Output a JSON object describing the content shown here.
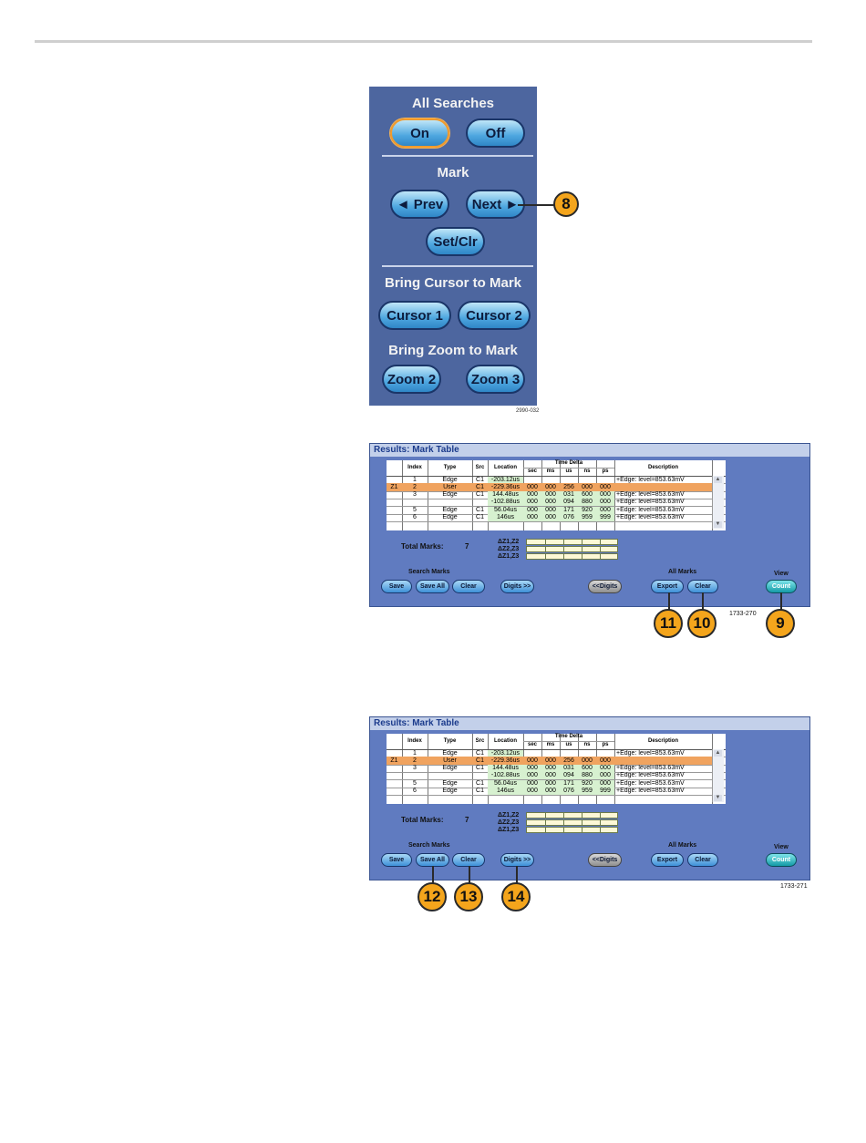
{
  "panel": {
    "all_searches_title": "All Searches",
    "on_label": "On",
    "off_label": "Off",
    "mark_title": "Mark",
    "prev_label": "◄ Prev",
    "next_label": "Next ►",
    "set_clr_label": "Set/Clr",
    "bring_cursor_title": "Bring Cursor to Mark",
    "cursor1_label": "Cursor 1",
    "cursor2_label": "Cursor 2",
    "bring_zoom_title": "Bring Zoom to Mark",
    "zoom2_label": "Zoom 2",
    "zoom3_label": "Zoom 3",
    "figure_number": "2990-032"
  },
  "callouts": {
    "c8": "8",
    "c9": "9",
    "c10": "10",
    "c11": "11",
    "c12": "12",
    "c13": "13",
    "c14": "14"
  },
  "mark_table": {
    "title": "Results: Mark Table",
    "headers": {
      "index": "Index",
      "type": "Type",
      "src": "Src",
      "location": "Location",
      "time_delta": "Time Delta",
      "sec": "sec",
      "ms": "ms",
      "us": "us",
      "ns": "ns",
      "ps": "ps",
      "description": "Description"
    },
    "rows": [
      {
        "z": "",
        "index": "1",
        "type": "Edge",
        "src": "C1",
        "location": "-203.12us",
        "sec": "",
        "ms": "",
        "us": "",
        "ns": "",
        "ps": "",
        "desc": "+Edge: level=853.63mV"
      },
      {
        "z": "Z1",
        "index": "2",
        "type": "User",
        "src": "C1",
        "location": "-229.36us",
        "sec": "000",
        "ms": "000",
        "us": "256",
        "ns": "000",
        "ps": "000",
        "desc": ""
      },
      {
        "z": "",
        "index": "3",
        "type": "Edge",
        "src": "C1",
        "location": "144.48us",
        "sec": "000",
        "ms": "000",
        "us": "031",
        "ns": "600",
        "ps": "000",
        "desc": "+Edge: level=853.63mV"
      },
      {
        "z": "",
        "index": "",
        "type": "",
        "src": "",
        "location": "-102.88us",
        "sec": "000",
        "ms": "000",
        "us": "094",
        "ns": "880",
        "ps": "000",
        "desc": "+Edge: level=853.63mV"
      },
      {
        "z": "",
        "index": "5",
        "type": "Edge",
        "src": "C1",
        "location": "56.04us",
        "sec": "000",
        "ms": "000",
        "us": "171",
        "ns": "920",
        "ps": "000",
        "desc": "+Edge: level=853.63mV"
      },
      {
        "z": "",
        "index": "6",
        "type": "Edge",
        "src": "C1",
        "location": "146us",
        "sec": "000",
        "ms": "000",
        "us": "076",
        "ns": "959",
        "ps": "999",
        "desc": "+Edge: level=853.63mV"
      }
    ],
    "total_marks_label": "Total Marks:",
    "total_marks_value": "7",
    "delta_labels": [
      "ΔZ1,Z2",
      "ΔZ2,Z3",
      "ΔZ1,Z3"
    ],
    "search_marks_label": "Search Marks",
    "save_label": "Save",
    "save_all_label": "Save All",
    "clear_label": "Clear",
    "digits_more_label": "Digits >>",
    "digits_less_label": "<<Digits",
    "all_marks_label": "All Marks",
    "export_label": "Export",
    "clear_all_label": "Clear",
    "view_label": "View",
    "count_label": "Count",
    "figure_number_1": "1733-270",
    "figure_number_2": "1733-271"
  }
}
